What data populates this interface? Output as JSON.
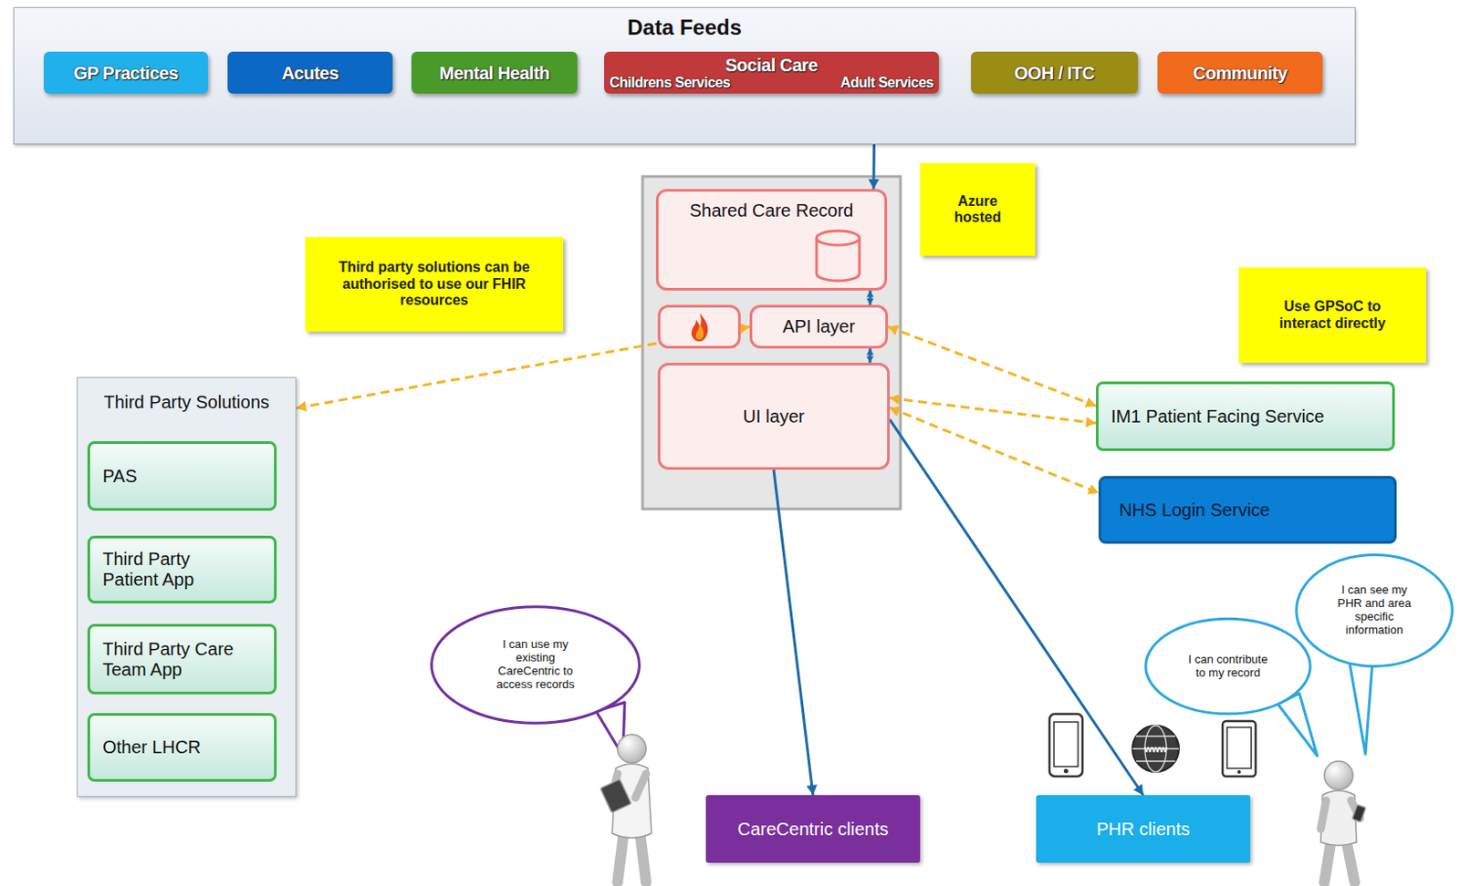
{
  "diagram": {
    "nodes": [
      {
        "text": [
          "Data Feeds"
        ]
      },
      {
        "text": [
          "GP Practices"
        ],
        "in": 0
      },
      {
        "text": [
          "Acutes"
        ],
        "in": 0
      },
      {
        "text": [
          "Mental Health"
        ],
        "in": 0
      },
      {
        "text": [
          "Social Care",
          "Childrens Services",
          "Adult Services"
        ],
        "in": 0
      },
      {
        "text": [
          "OOH / ITC"
        ],
        "in": 0
      },
      {
        "text": [
          "Community"
        ],
        "in": 0
      },
      {
        "text": [
          "Azure hosted"
        ]
      },
      {
        "text": [
          "Shared Care Record"
        ]
      },
      {
        "text": [
          "Third party solutions can be authorised to use our FHIR resources"
        ]
      },
      {
        "text": [
          "Use GPSoC to interact directly"
        ]
      },
      {
        "text": [
          "API layer"
        ]
      },
      {
        "text": [
          "UI layer"
        ]
      },
      {
        "text": [
          "Third Party Solutions"
        ]
      },
      {
        "text": [
          "PAS"
        ],
        "in": 13
      },
      {
        "text": [
          "Third Party Patient App"
        ],
        "in": 13
      },
      {
        "text": [
          "Third Party Care Team App"
        ],
        "in": 13
      },
      {
        "text": [
          "Other LHCR"
        ],
        "in": 13
      },
      {
        "text": [
          "IM1 Patient Facing Service"
        ]
      },
      {
        "text": [
          "NHS Login Service"
        ]
      },
      {
        "text": [
          "I can use my existing CareCentric to access records"
        ]
      },
      {
        "text": [
          "I can contribute to my record"
        ]
      },
      {
        "text": [
          "I can see my PHR and area specific information"
        ]
      },
      {
        "text": [
          "CareCentric  clients"
        ]
      },
      {
        "text": [
          "PHR clients"
        ]
      }
    ],
    "edges": [
      {
        "from": 4,
        "to": 8,
        "arrow": "to"
      },
      {
        "from": 8,
        "to": 11,
        "arrow": "both"
      },
      {
        "from": 11,
        "to": 12,
        "arrow": "both"
      },
      {
        "from": 13,
        "to": 11,
        "arrow": "both"
      },
      {
        "from": 11,
        "to": 18,
        "arrow": "both"
      },
      {
        "from": 12,
        "to": 18,
        "arrow": "both"
      },
      {
        "from": 12,
        "to": 19,
        "arrow": "both"
      },
      {
        "from": 12,
        "to": 23,
        "arrow": "to"
      },
      {
        "from": 12,
        "to": 24,
        "arrow": "to"
      }
    ],
    "labels": [
      "www"
    ]
  }
}
